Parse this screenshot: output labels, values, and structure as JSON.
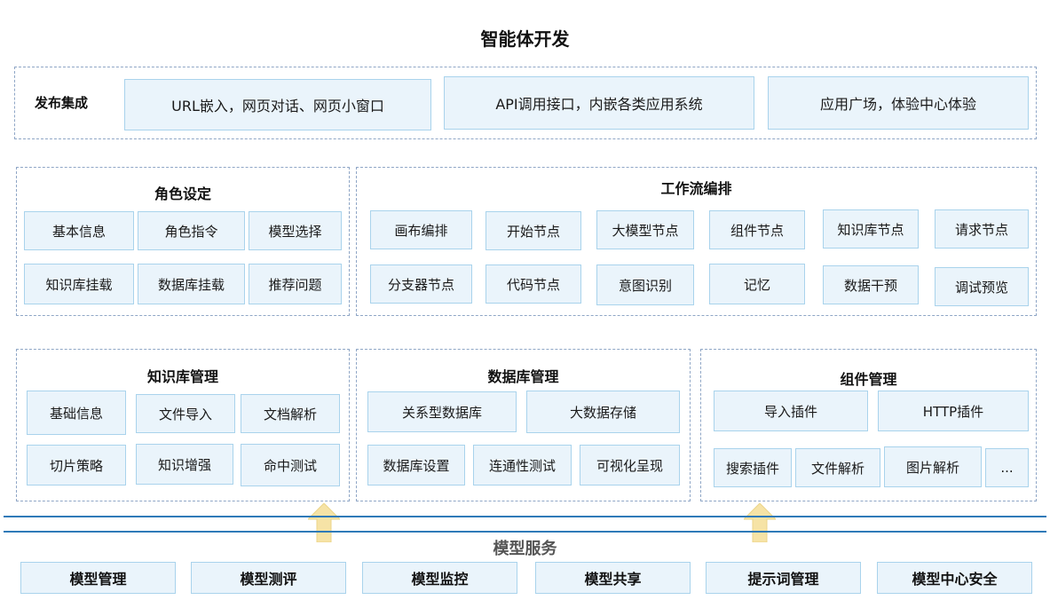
{
  "title": "智能体开发",
  "publish": {
    "label": "发布集成",
    "items": [
      "URL嵌入，网页对话、网页小窗口",
      "API调用接口，内嵌各类应用系统",
      "应用广场，体验中心体验"
    ]
  },
  "role": {
    "title": "角色设定",
    "items": [
      "基本信息",
      "角色指令",
      "模型选择",
      "知识库挂载",
      "数据库挂载",
      "推荐问题"
    ]
  },
  "workflow": {
    "title": "工作流编排",
    "items": [
      "画布编排",
      "开始节点",
      "大模型节点",
      "组件节点",
      "知识库节点",
      "请求节点",
      "分支器节点",
      "代码节点",
      "意图识别",
      "记忆",
      "数据干预",
      "调试预览"
    ]
  },
  "knowledge": {
    "title": "知识库管理",
    "items": [
      "基础信息",
      "文件导入",
      "文档解析",
      "切片策略",
      "知识增强",
      "命中测试"
    ]
  },
  "database": {
    "title": "数据库管理",
    "items": [
      "关系型数据库",
      "大数据存储",
      "数据库设置",
      "连通性测试",
      "可视化呈现"
    ]
  },
  "component": {
    "title": "组件管理",
    "items": [
      "导入插件",
      "HTTP插件",
      "搜索插件",
      "文件解析",
      "图片解析",
      "..."
    ]
  },
  "model_service": {
    "title": "模型服务",
    "items": [
      "模型管理",
      "模型测评",
      "模型监控",
      "模型共享",
      "提示词管理",
      "模型中心安全"
    ]
  },
  "colors": {
    "box_fill": "#eaf4fb",
    "box_border": "#a9d3ec",
    "dashed_border": "#8fa6c6",
    "separator": "#2f7ab8",
    "arrow_fill": "#f6e3a6"
  }
}
